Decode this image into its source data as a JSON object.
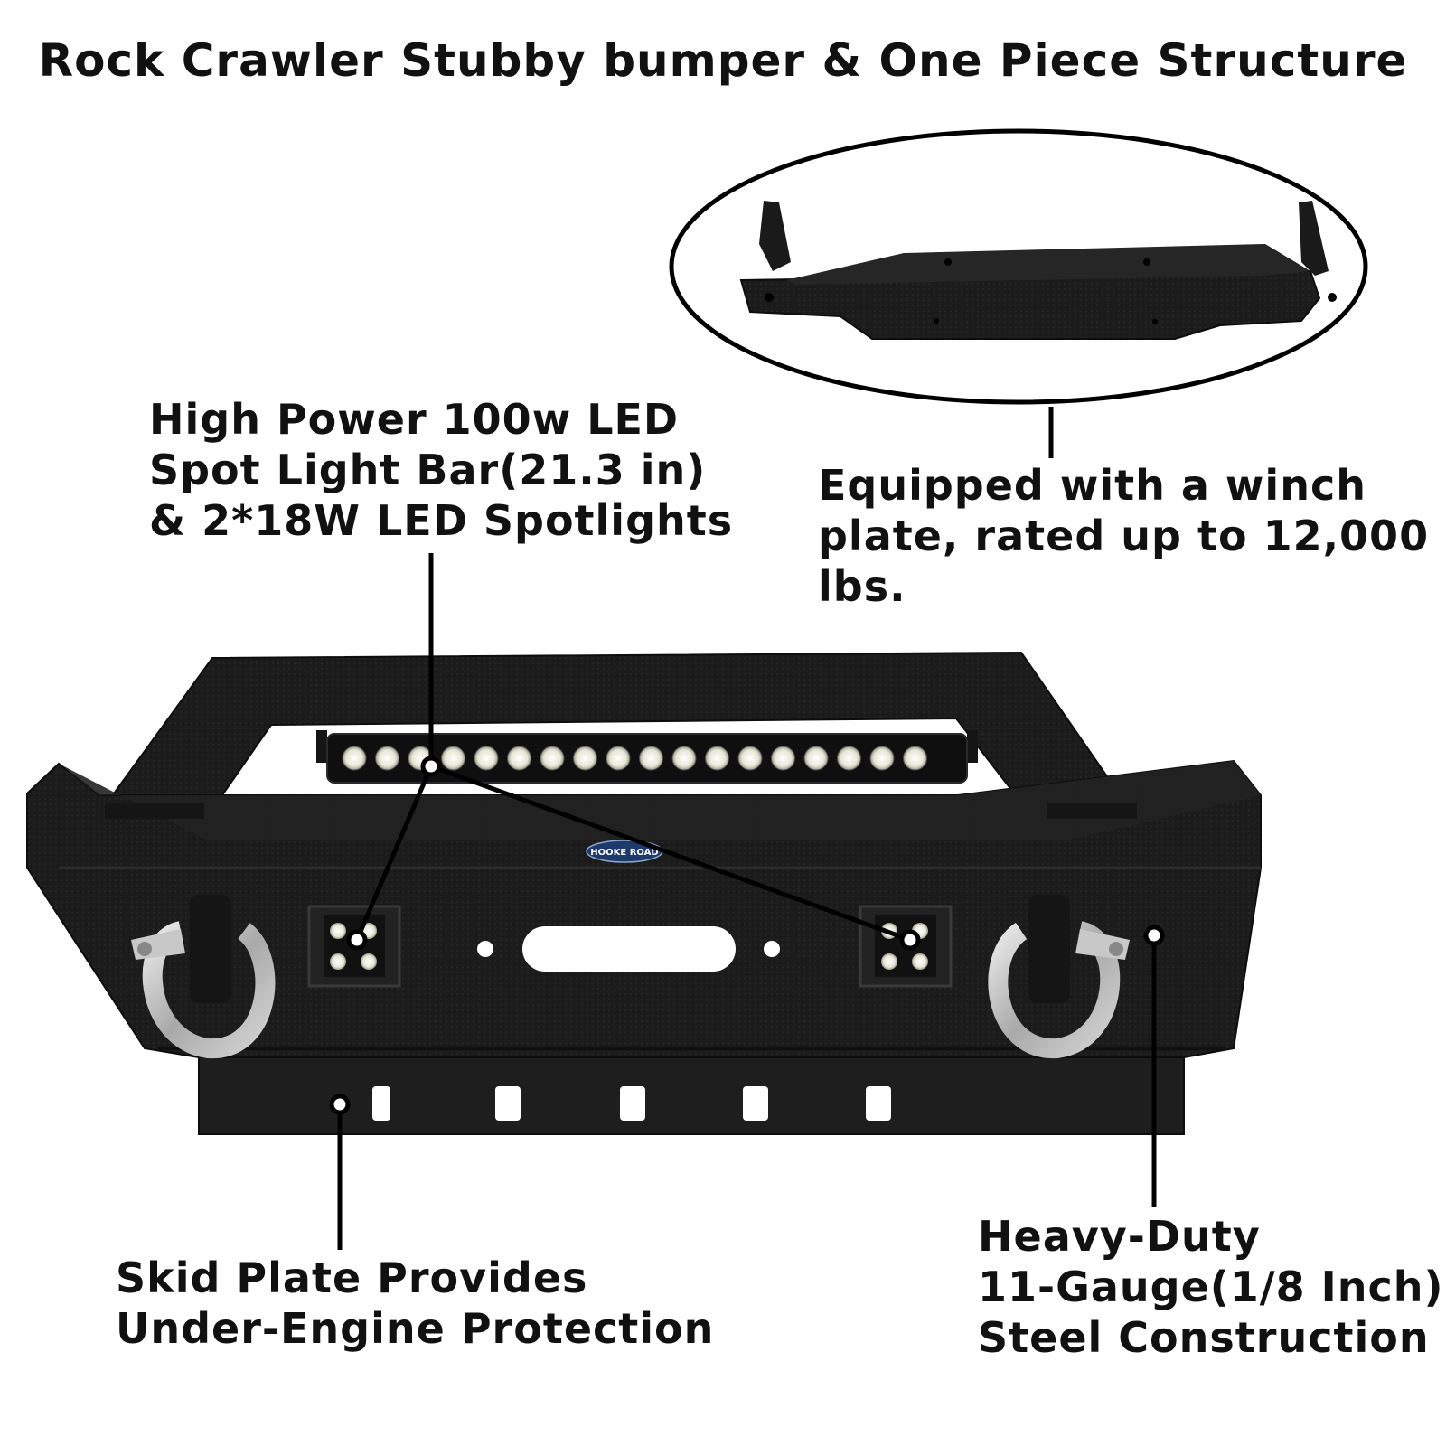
{
  "title": "Rock Crawler Stubby bumper & One Piece Structure",
  "callouts": {
    "light_bar": [
      "High Power 100w LED",
      "Spot Light Bar(21.3 in)",
      "& 2*18W LED Spotlights"
    ],
    "winch_plate": [
      "Equipped with a winch",
      "plate, rated up to 12,000",
      "lbs."
    ],
    "skid_plate": [
      "Skid Plate Provides",
      "Under-Engine Protection"
    ],
    "steel": [
      "Heavy-Duty",
      "11-Gauge(1/8 Inch)",
      "Steel Construction"
    ]
  },
  "logo_text": "HOOKE ROAD",
  "colors": {
    "bumper": "#1a1a1a",
    "bumper_edge": "#333333",
    "shackle": "#b8b8b8",
    "led": "#f2f2e6"
  }
}
